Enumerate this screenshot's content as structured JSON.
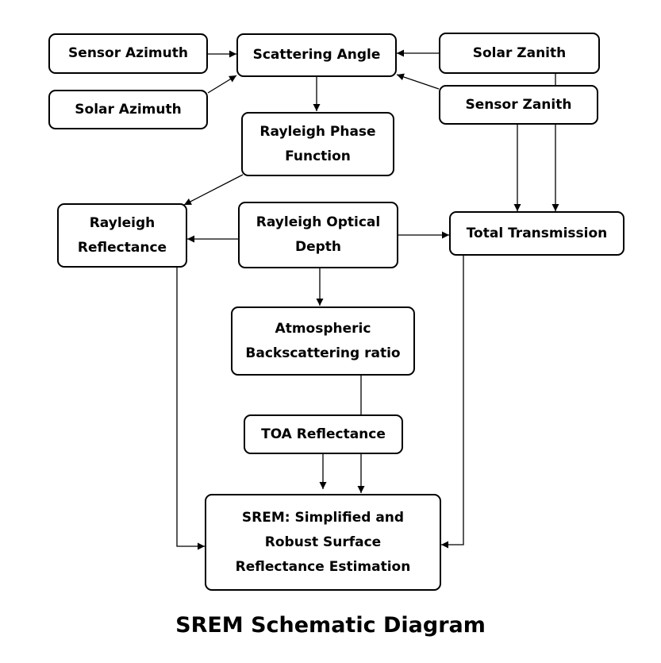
{
  "nodes": {
    "sensor_azimuth": "Sensor Azimuth",
    "scattering_angle": "Scattering Angle",
    "solar_zanith": "Solar Zanith",
    "solar_azimuth": "Solar Azimuth",
    "sensor_zanith": "Sensor Zanith",
    "rayleigh_phase_function": "Rayleigh Phase\nFunction",
    "rayleigh_reflectance": "Rayleigh\nReflectance",
    "rayleigh_optical_depth": "Rayleigh Optical\nDepth",
    "total_transmission": "Total Transmission",
    "atmospheric_backscattering_ratio": "Atmospheric\nBackscattering ratio",
    "toa_reflectance": "TOA Reflectance",
    "srem": "SREM: Simplified and\nRobust Surface\nReflectance Estimation"
  },
  "caption": "SREM Schematic Diagram"
}
